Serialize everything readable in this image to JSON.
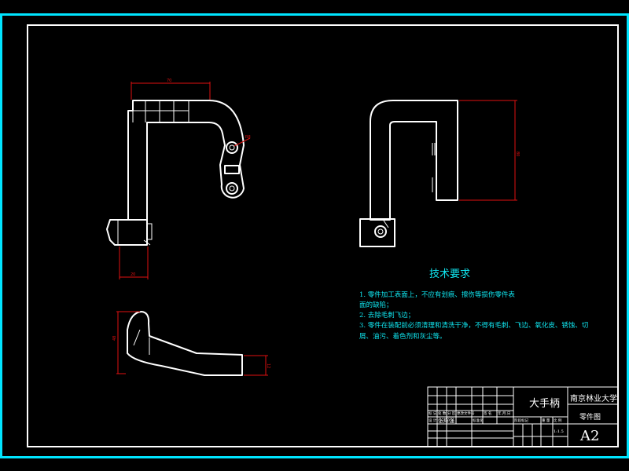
{
  "colors": {
    "background": "#000000",
    "outer_frame": "#00e5ff",
    "drawing_lines": "#ffffff",
    "dimensions": "#e01010",
    "notes_text": "#10e6f0"
  },
  "dimensions": {
    "top_width": "70",
    "bottom_width": "20",
    "radius": "R8",
    "right_height": "80",
    "bottom_left_height": "48",
    "bottom_right_height": "12"
  },
  "tech_requirements": {
    "heading": "技术要求",
    "lines": [
      "1. 零件加工表面上，不应有划痕、擦伤等损伤零件表",
      "面的缺陷；",
      "2. 去除毛刺飞边；",
      "3. 零件在装配前必须清理和清洗干净，不得有毛刺、飞边、氧化皮、锈蚀、切",
      "屑、油污、着色剂和灰尘等。"
    ]
  },
  "title_block": {
    "part_name": "大手柄",
    "school": "南京林业大学",
    "drawing_type": "零件图",
    "sheet_size": "A2",
    "scale": "1:1.5",
    "row_labels_1": [
      "标 记",
      "处 数",
      "分 区",
      "更改文件号",
      "签 名",
      "年.月.日"
    ],
    "row_labels_2": [
      "设 计",
      "张辉强",
      "",
      "标准化",
      "",
      ""
    ],
    "small_labels": [
      "阶段标记",
      "重 量",
      "比 例"
    ]
  }
}
